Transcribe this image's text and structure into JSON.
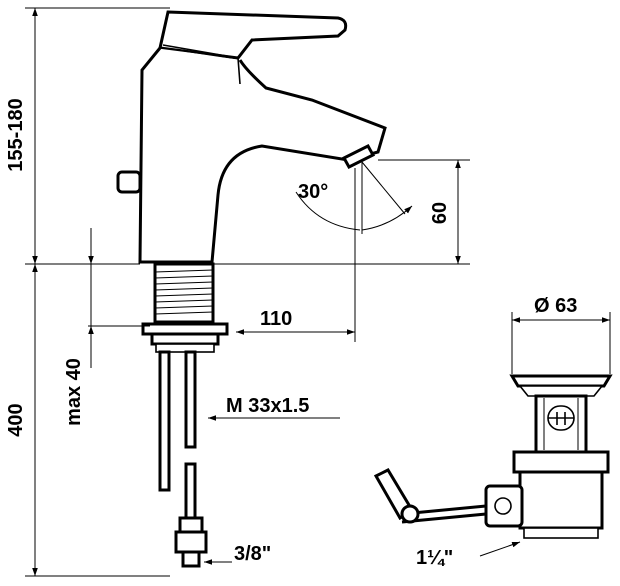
{
  "dimensions": {
    "height_range": "155-180",
    "base_height": "400",
    "max_depth": "max 40",
    "reach": "110",
    "thread": "M 33x1.5",
    "connector": "3/8\"",
    "angle": "30°",
    "spout_height": "60",
    "waste_diameter": "Ø 63",
    "waste_connector": "1¼\""
  }
}
